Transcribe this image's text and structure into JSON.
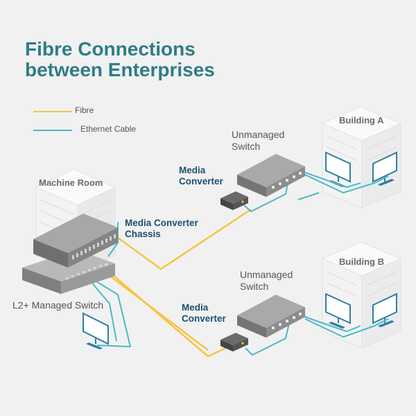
{
  "title": {
    "line1": "Fibre Connections",
    "line2": "between Enterprises"
  },
  "legend": {
    "items": [
      {
        "label": "Fibre",
        "color": "#f5c542"
      },
      {
        "label": "Ethernet Cable",
        "color": "#4bb8c7"
      }
    ]
  },
  "labels": {
    "machine_room": "Machine Room",
    "media_converter_chassis": {
      "line1": "Media Converter",
      "line2": "Chassis"
    },
    "l2_switch": "L2+ Managed Switch",
    "building_a": "Building A",
    "building_b": "Building B",
    "unmanaged_switch_a": {
      "line1": "Unmanaged",
      "line2": "Switch"
    },
    "unmanaged_switch_b": {
      "line1": "Unmanaged",
      "line2": "Switch"
    },
    "media_converter_a": {
      "line1": "Media",
      "line2": "Converter"
    },
    "media_converter_b": {
      "line1": "Media",
      "line2": "Converter"
    }
  },
  "colors": {
    "title": "#2e7d86",
    "fibre": "#f5c542",
    "ethernet": "#4bb8c7",
    "device": "#8a8a8a",
    "building": "#f7f7f7"
  },
  "icons": [
    "monitor-icon",
    "switch-icon",
    "media-converter-icon",
    "chassis-icon",
    "building-icon"
  ]
}
